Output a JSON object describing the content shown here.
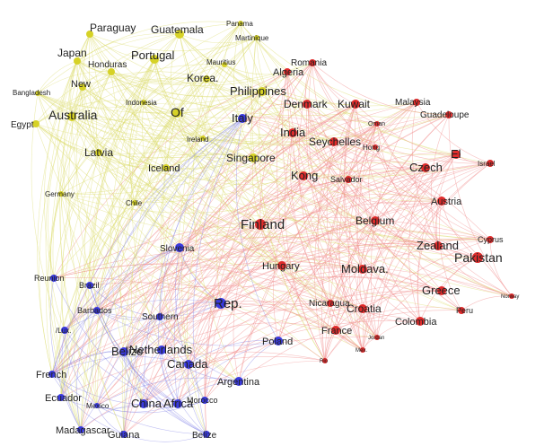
{
  "colors": {
    "yellow": "#d6d226",
    "red": "#e02b2b",
    "blue": "#3a3adf",
    "edge_yellow": "#dcdc70",
    "edge_red": "#f08b8b",
    "edge_blue": "#8585e8"
  },
  "nodes": [
    {
      "label": "Paraguay",
      "group": "yellow"
    },
    {
      "label": "Guatemala",
      "group": "yellow"
    },
    {
      "label": "Panama",
      "group": "yellow"
    },
    {
      "label": "Martinique",
      "group": "yellow"
    },
    {
      "label": "Japan",
      "group": "yellow"
    },
    {
      "label": "Portugal",
      "group": "yellow"
    },
    {
      "label": "Honduras",
      "group": "yellow"
    },
    {
      "label": "Mauritius",
      "group": "yellow"
    },
    {
      "label": "Korea.",
      "group": "yellow"
    },
    {
      "label": "New",
      "group": "yellow"
    },
    {
      "label": "Bangladesh",
      "group": "yellow"
    },
    {
      "label": "Indonesia",
      "group": "yellow"
    },
    {
      "label": "Philippines",
      "group": "yellow"
    },
    {
      "label": "Australia",
      "group": "yellow"
    },
    {
      "label": "Of",
      "group": "yellow"
    },
    {
      "label": "Egypt",
      "group": "yellow"
    },
    {
      "label": "Ireland",
      "group": "yellow"
    },
    {
      "label": "Latvia",
      "group": "yellow"
    },
    {
      "label": "Singapore",
      "group": "yellow"
    },
    {
      "label": "Iceland",
      "group": "yellow"
    },
    {
      "label": "Germany",
      "group": "yellow"
    },
    {
      "label": "Chile",
      "group": "yellow"
    },
    {
      "label": "Romania",
      "group": "red"
    },
    {
      "label": "Algeria",
      "group": "red"
    },
    {
      "label": "Malaysia",
      "group": "red"
    },
    {
      "label": "Denmark",
      "group": "red"
    },
    {
      "label": "Kuwait",
      "group": "red"
    },
    {
      "label": "Guadeloupe",
      "group": "red"
    },
    {
      "label": "Oman",
      "group": "red"
    },
    {
      "label": "India",
      "group": "red"
    },
    {
      "label": "Seychelles",
      "group": "red"
    },
    {
      "label": "Hong",
      "group": "red"
    },
    {
      "label": "El",
      "group": "red"
    },
    {
      "label": "Israel",
      "group": "red"
    },
    {
      "label": "Czech",
      "group": "red"
    },
    {
      "label": "Kong",
      "group": "red"
    },
    {
      "label": "Salvador",
      "group": "red"
    },
    {
      "label": "Austria",
      "group": "red"
    },
    {
      "label": "Finland",
      "group": "red"
    },
    {
      "label": "Belgium",
      "group": "red"
    },
    {
      "label": "Cyprus",
      "group": "red"
    },
    {
      "label": "Zealand",
      "group": "red"
    },
    {
      "label": "Pakistan",
      "group": "red"
    },
    {
      "label": "Hungary",
      "group": "red"
    },
    {
      "label": "Moldava.",
      "group": "red"
    },
    {
      "label": "Norway",
      "group": "red"
    },
    {
      "label": "Greece",
      "group": "red"
    },
    {
      "label": "Nicaragua",
      "group": "red"
    },
    {
      "label": "Croatia",
      "group": "red"
    },
    {
      "label": "Peru",
      "group": "red"
    },
    {
      "label": "Colombia",
      "group": "red"
    },
    {
      "label": "France",
      "group": "red"
    },
    {
      "label": "Jordan",
      "group": "red"
    },
    {
      "label": "Mex.",
      "group": "red"
    },
    {
      "label": "Rio",
      "group": "red"
    },
    {
      "label": "Italy",
      "group": "blue"
    },
    {
      "label": "Slovenia",
      "group": "blue"
    },
    {
      "label": "Reunion",
      "group": "blue"
    },
    {
      "label": "Brazil",
      "group": "blue"
    },
    {
      "label": "Barbados",
      "group": "blue"
    },
    {
      "label": "Rep.",
      "group": "blue"
    },
    {
      "label": "Southern",
      "group": "blue"
    },
    {
      "label": "/Lux.",
      "group": "blue"
    },
    {
      "label": "Belize",
      "group": "blue"
    },
    {
      "label": "Netherlands",
      "group": "blue"
    },
    {
      "label": "Poland",
      "group": "blue"
    },
    {
      "label": "Canada",
      "group": "blue"
    },
    {
      "label": "French",
      "group": "blue"
    },
    {
      "label": "Argentina",
      "group": "blue"
    },
    {
      "label": "Ecuador",
      "group": "blue"
    },
    {
      "label": "Mexico",
      "group": "blue"
    },
    {
      "label": "China",
      "group": "blue"
    },
    {
      "label": "Africa",
      "group": "blue"
    },
    {
      "label": "Morocco",
      "group": "blue"
    },
    {
      "label": "Madagascar",
      "group": "blue"
    },
    {
      "label": "Guiana",
      "group": "blue"
    },
    {
      "label": "Belize",
      "group": "blue"
    }
  ]
}
